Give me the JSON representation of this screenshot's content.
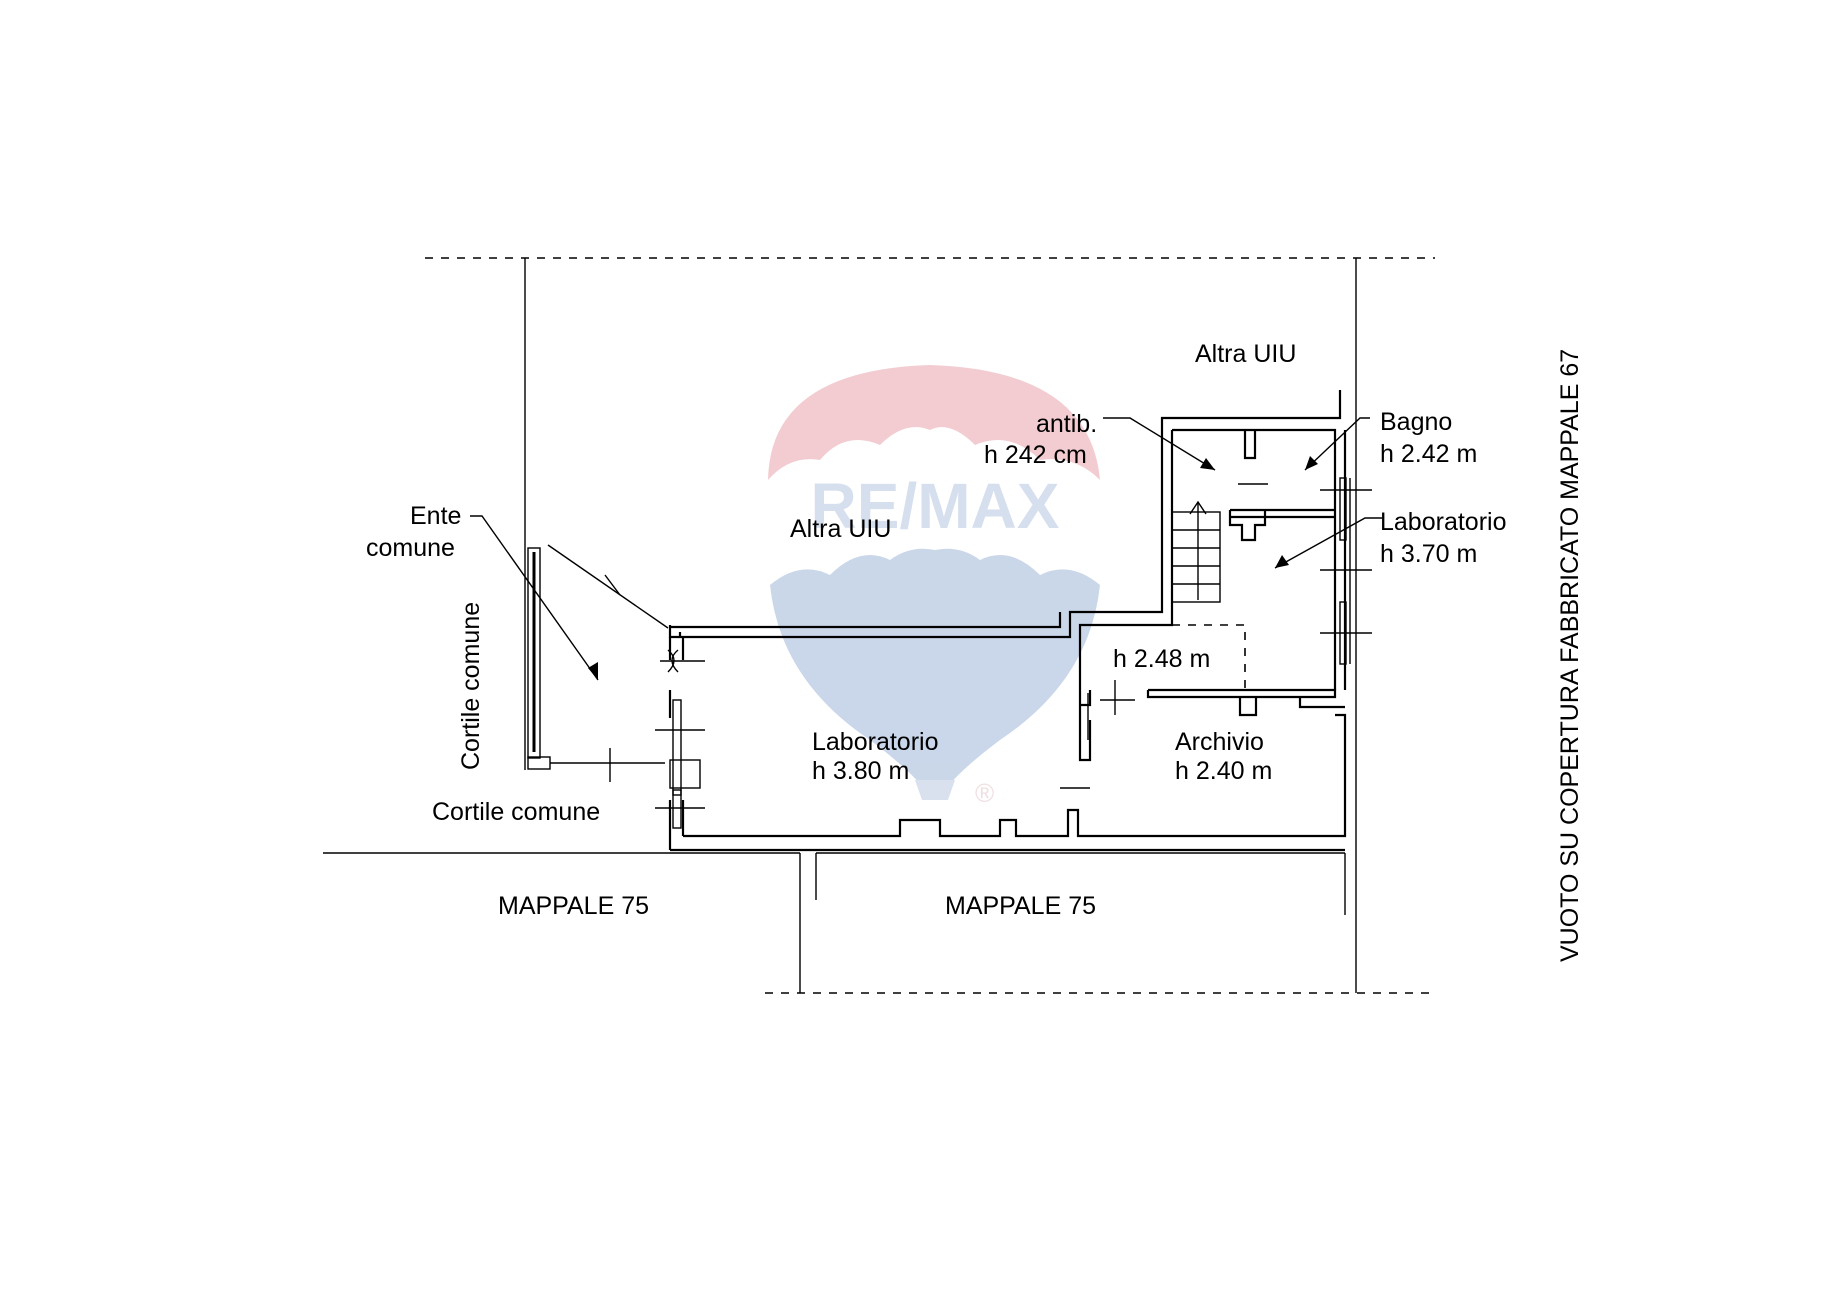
{
  "watermark": {
    "brand_text": "RE/MAX",
    "registered_mark": "®",
    "colors": {
      "red": "#e8a3ac",
      "blue": "#9fb7d8"
    }
  },
  "labels": {
    "altra_uiu_top": "Altra UIU",
    "altra_uiu_left": "Altra UIU",
    "antib_line1": "antib.",
    "antib_line2": "h 242 cm",
    "bagno_line1": "Bagno",
    "bagno_line2": "h 2.42 m",
    "lab_right_line1": "Laboratorio",
    "lab_right_line2": "h 3.70 m",
    "ente_line1": "Ente",
    "ente_line2": "comune",
    "cortile_vertical": "Cortile comune",
    "cortile_bottom": "Cortile comune",
    "h248": "h 2.48 m",
    "lab_main_line1": "Laboratorio",
    "lab_main_line2": "h 3.80 m",
    "archivio_line1": "Archivio",
    "archivio_line2": "h 2.40 m",
    "mappale_left": "MAPPALE 75",
    "mappale_right": "MAPPALE 75",
    "vuoto_vertical": "VUOTO SU COPERTURA FABBRICATO MAPPALE 67"
  }
}
